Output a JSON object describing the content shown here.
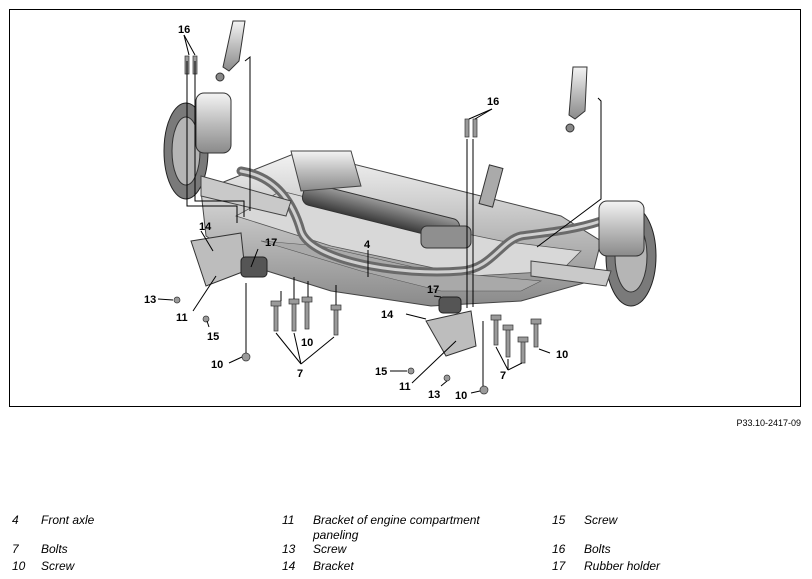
{
  "figure": {
    "code": "P33.10-2417-09",
    "callouts": {
      "c16a": "16",
      "c16b": "16",
      "c14a": "14",
      "c17a": "17",
      "c4": "4",
      "c13a": "13",
      "c11a": "11",
      "c15a": "15",
      "c10a": "10",
      "c10b": "10",
      "c7": "7",
      "c17b": "17",
      "c14b": "14",
      "c15b": "15",
      "c11b": "11",
      "c13b": "13",
      "c10c": "10",
      "c7b": "7",
      "c10d": "10"
    }
  },
  "legend": {
    "items": [
      {
        "num": "4",
        "label": "Front axle"
      },
      {
        "num": "7",
        "label": "Bolts"
      },
      {
        "num": "10",
        "label": "Screw"
      },
      {
        "num": "11",
        "label": "Bracket of engine compartment paneling"
      },
      {
        "num": "13",
        "label": "Screw"
      },
      {
        "num": "14",
        "label": "Bracket"
      },
      {
        "num": "15",
        "label": "Screw"
      },
      {
        "num": "16",
        "label": "Bolts"
      },
      {
        "num": "17",
        "label": "Rubber holder"
      }
    ]
  }
}
